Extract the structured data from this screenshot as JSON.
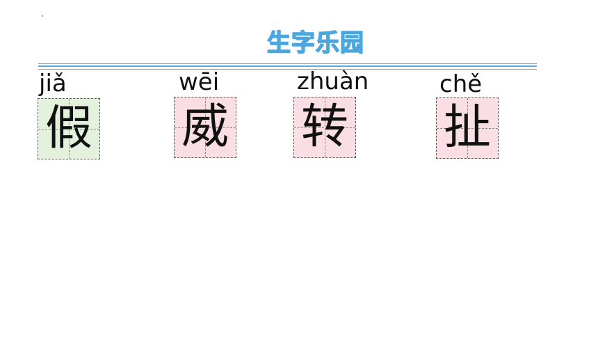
{
  "title": "生字乐园",
  "colors": {
    "title_fill": "#bfe3f8",
    "title_stroke": "#4aa6dd",
    "rule": "#58aee2",
    "box_green": "#e3f1dd",
    "box_pink": "#f9dfe4"
  },
  "characters": [
    {
      "pinyin": "jiǎ",
      "hanzi": "假",
      "box_color": "green"
    },
    {
      "pinyin": "wēi",
      "hanzi": "威",
      "box_color": "pink"
    },
    {
      "pinyin": "zhuàn",
      "hanzi": "转",
      "box_color": "pink"
    },
    {
      "pinyin": "chě",
      "hanzi": "扯",
      "box_color": "pink"
    }
  ]
}
